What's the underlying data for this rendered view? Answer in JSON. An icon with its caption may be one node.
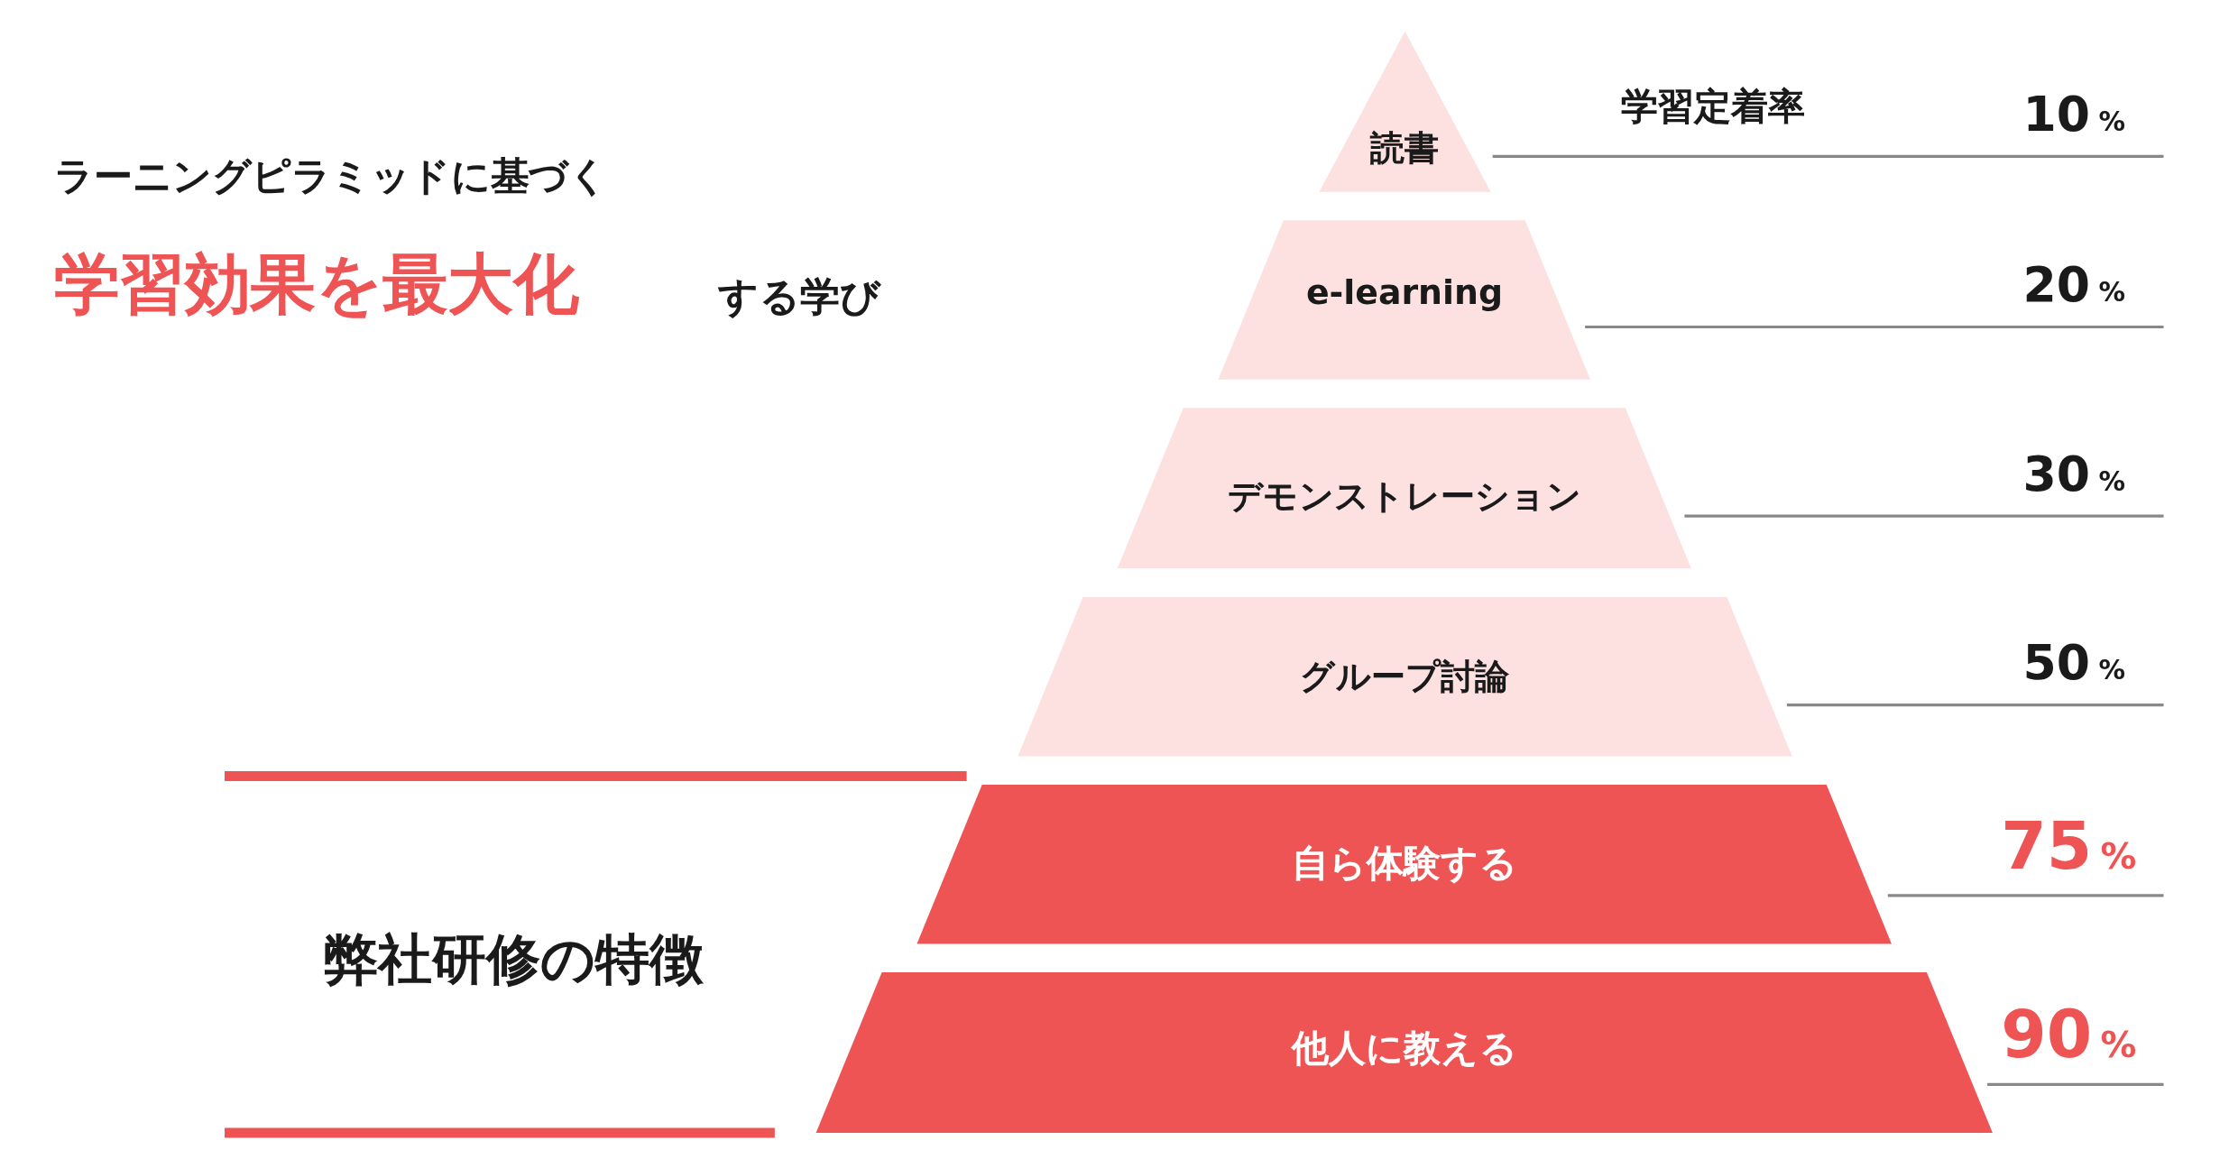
{
  "diagram": {
    "nodes": [
      {
        "text": [
          "読書"
        ]
      },
      {
        "text": [
          "e-learning"
        ]
      },
      {
        "text": [
          "デモンストレーション"
        ]
      },
      {
        "text": [
          "グループ討論"
        ]
      },
      {
        "text": [
          "自ら体験する"
        ]
      },
      {
        "text": [
          "他人に教える"
        ]
      }
    ],
    "labels": [
      "ラーニングピラミッドに基づく",
      "学習効果を最大化",
      "する学び",
      "学習定着率",
      "10%",
      "20%",
      "30%",
      "50%",
      "75%",
      "弊社研修の特徴",
      "90%"
    ]
  }
}
